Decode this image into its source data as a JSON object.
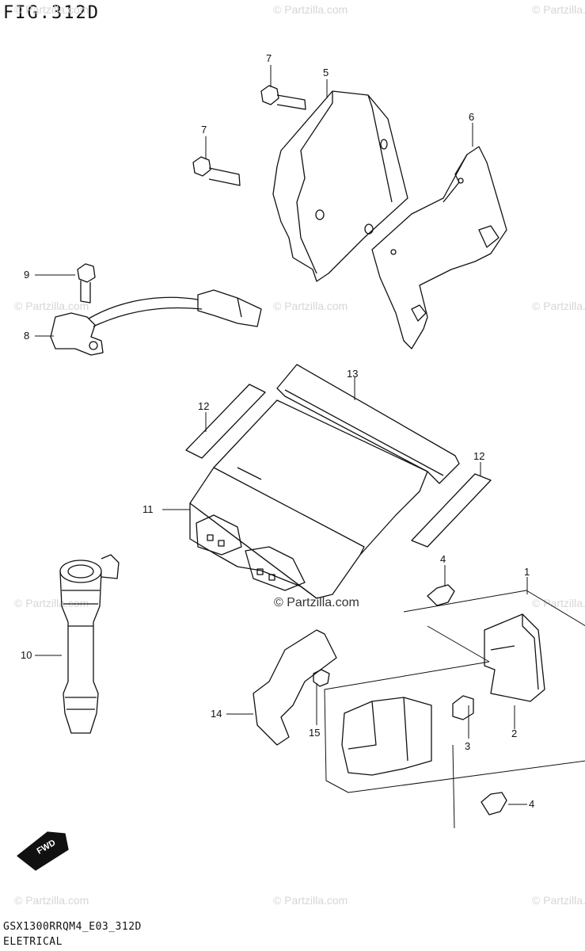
{
  "figure": {
    "title": "FIG.312D"
  },
  "footer": {
    "code": "GSX1300RRQM4_E03_312D",
    "section": "ELETRICAL"
  },
  "watermark": {
    "text": "© Partzilla.com",
    "center_text": "© Partzilla.com"
  },
  "callouts": [
    "1",
    "2",
    "3",
    "4",
    "4",
    "5",
    "6",
    "7",
    "7",
    "8",
    "9",
    "10",
    "11",
    "12",
    "12",
    "13",
    "14",
    "15"
  ],
  "badge": {
    "fwd": "FWD"
  }
}
